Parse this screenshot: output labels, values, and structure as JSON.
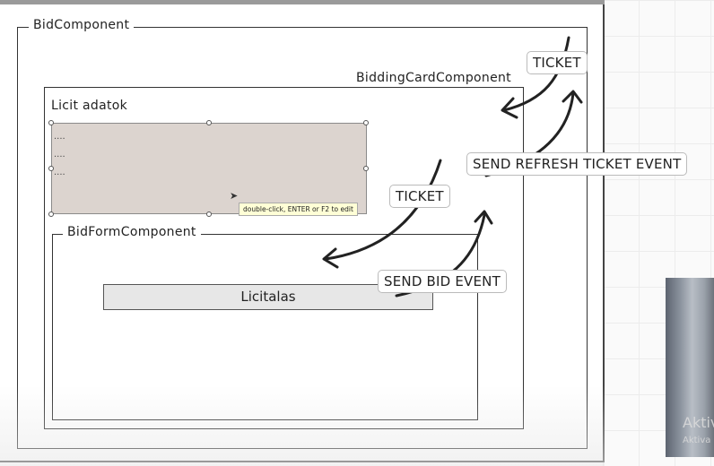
{
  "bid_component": {
    "label": "BidComponent"
  },
  "bidding_card_component": {
    "label": "BiddingCardComponent"
  },
  "bid_data": {
    "title": "Licit adatok",
    "lines": [
      "....",
      "....",
      "...."
    ],
    "tooltip": "double-click, ENTER or F2 to edit"
  },
  "bid_form_component": {
    "label": "BidFormComponent"
  },
  "bid_button": {
    "label": "Licitalas"
  },
  "events": {
    "ticket_upper": "TICKET",
    "send_refresh_ticket_event": "SEND REFRESH TICKET EVENT",
    "ticket_lower": "TICKET",
    "send_bid_event": "SEND BID EVENT"
  },
  "watermark": {
    "line1": "Aktiv",
    "line2": "Aktiva"
  }
}
